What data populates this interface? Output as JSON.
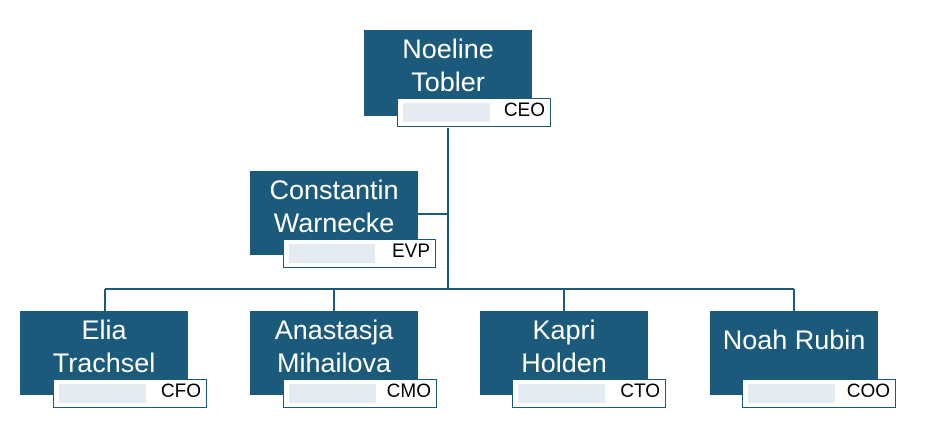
{
  "org_chart": {
    "ceo": {
      "name": "Noeline\nTobler",
      "title": "CEO"
    },
    "assistant": {
      "name": "Constantin\nWarnecke",
      "title": "EVP"
    },
    "reports": [
      {
        "name": "Elia\nTrachsel",
        "title": "CFO"
      },
      {
        "name": "Anastasja\nMihailova",
        "title": "CMO"
      },
      {
        "name": "Kapri\nHolden",
        "title": "CTO"
      },
      {
        "name": "Noah Rubin",
        "title": "COO"
      }
    ]
  },
  "colors": {
    "node_fill": "#1b5a7a",
    "title_box_border": "#1b5a7a",
    "title_box_inner": "#e4ecf1",
    "connector": "#1b5a7a"
  }
}
